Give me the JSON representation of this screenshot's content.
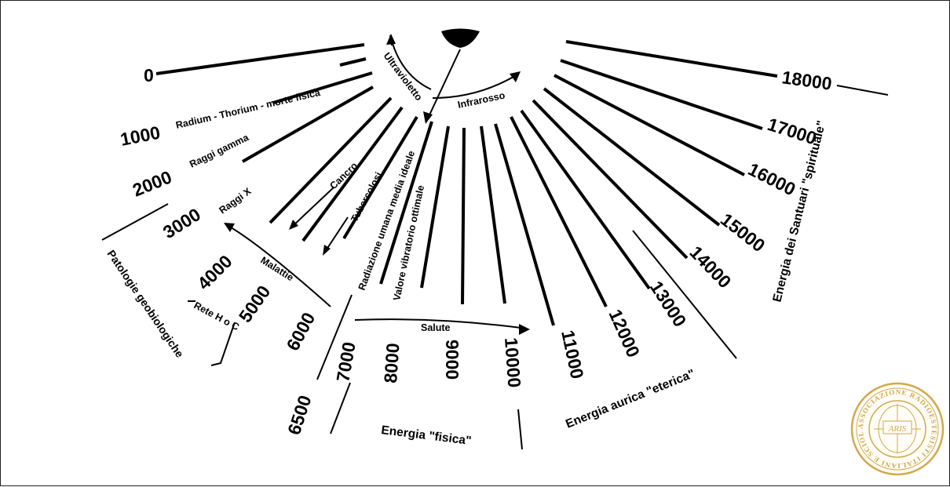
{
  "scale_ticks": {
    "left_numbers": [
      "0",
      "1000",
      "2000",
      "3000",
      "4000",
      "5000",
      "6000"
    ],
    "bottom_numbers": [
      "6500",
      "7000",
      "8000",
      "9000",
      "10000"
    ],
    "right_numbers": [
      "11000",
      "12000",
      "13000",
      "14000",
      "15000",
      "16000",
      "17000",
      "18000"
    ]
  },
  "labels": {
    "radium": "Radium - Thorium - morte fisica",
    "gamma": "Raggi gamma",
    "xray": "Raggi X",
    "ultraviolet": "Ultravioletto",
    "infrared": "Infrarosso",
    "cancer": "Cancro",
    "tuberculosis": "Tubercolosi",
    "radiation_ideal": "Radiazione umana media ideale",
    "optimal_value": "Valore vibratorio ottimale",
    "diseases": "Malattie",
    "health": "Salute",
    "grid": "Rete H o C",
    "geopathology": "Patologie geobiologiche",
    "physical_energy": "Energia \"fisica\"",
    "etheric_energy": "Energia aurica \"eterica\"",
    "spiritual_energy": "Energia dei Santuari \"spirituale\""
  },
  "seal": {
    "text": "ASSOCIAZIONE RADIOESTESISTI ITALIANI E SCIOLTESI",
    "monogram": "ARIS",
    "color": "#d2a84e"
  }
}
